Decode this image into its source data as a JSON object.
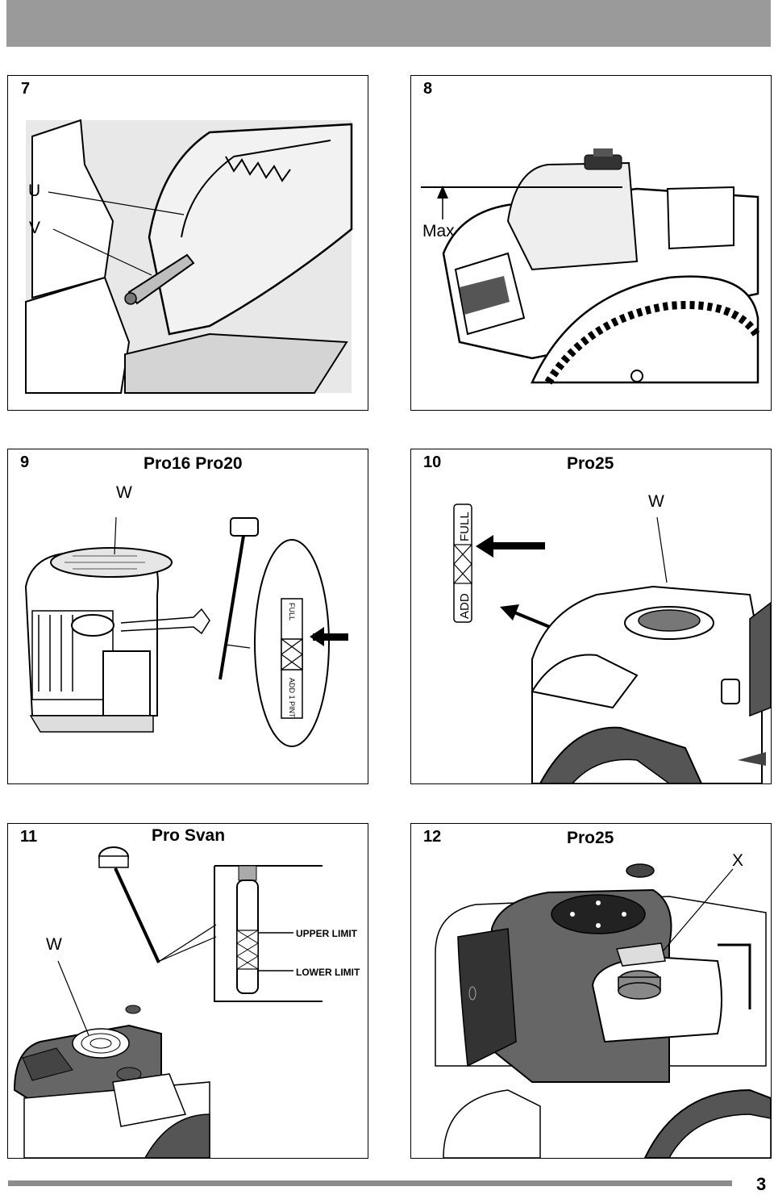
{
  "panels": [
    {
      "number": "7",
      "callouts": [
        "U",
        "V"
      ]
    },
    {
      "number": "8",
      "callouts": [
        "Max"
      ]
    },
    {
      "number": "9",
      "title": "Pro16 Pro20",
      "callouts": [
        "W"
      ],
      "dipstick": {
        "full": "FULL",
        "add": "ADD 1 PINT"
      }
    },
    {
      "number": "10",
      "title": "Pro25",
      "callouts": [
        "W"
      ],
      "dipstick": {
        "full": "FULL",
        "add": "ADD"
      }
    },
    {
      "number": "11",
      "title": "Pro Svan",
      "callouts": [
        "W"
      ],
      "dipstick": {
        "upper": "UPPER LIMIT",
        "lower": "LOWER LIMIT"
      }
    },
    {
      "number": "12",
      "title": "Pro25",
      "callouts": [
        "X"
      ]
    }
  ],
  "footer": {
    "page_number": "3"
  }
}
